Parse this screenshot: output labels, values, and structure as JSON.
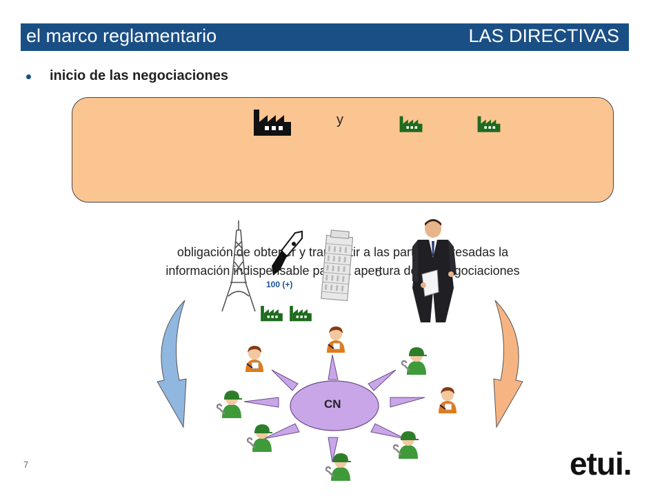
{
  "header": {
    "title_left": "el marco reglamentario",
    "title_right": "LAS DIRECTIVAS",
    "bar_color": "#1a4f86"
  },
  "bullet": {
    "text": "inicio de las negociaciones"
  },
  "box": {
    "connector": "y",
    "text_line1": "obligación de obtener y transmitir a las partes interesadas la",
    "text_line2": "información indispensable para la apertura de las negociaciones",
    "fill_color": "#fbc592"
  },
  "diagram": {
    "signature_count_label": "100 (+)",
    "or_label": "o",
    "center_label": "CN",
    "center_color": "#c9a6e8"
  },
  "footer": {
    "page_number": "7",
    "logo": "etui."
  }
}
